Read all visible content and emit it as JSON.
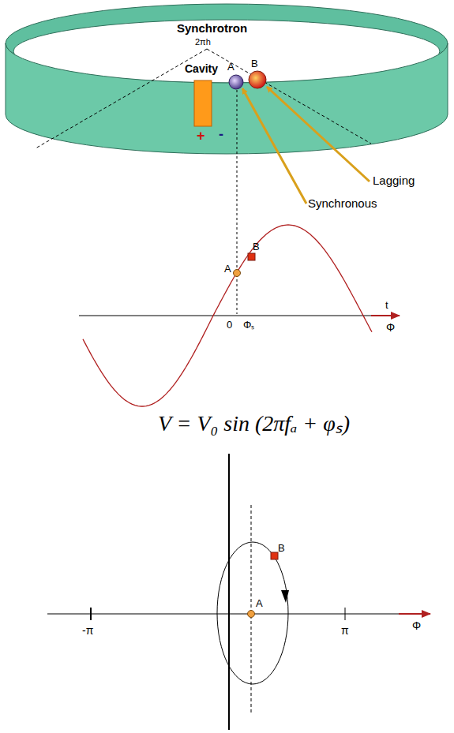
{
  "diagram": {
    "labels": [
      "Synchrotron",
      "2πh",
      "Cavity",
      "A",
      "B",
      "+",
      "-",
      "Lagging",
      "Synchronous",
      "A",
      "B",
      "t",
      "0",
      "Φₛ",
      "Φ",
      "V = V₀ sin (2πfₐ + φₛ)",
      "B",
      "A",
      "-π",
      "π",
      "Φ"
    ]
  }
}
